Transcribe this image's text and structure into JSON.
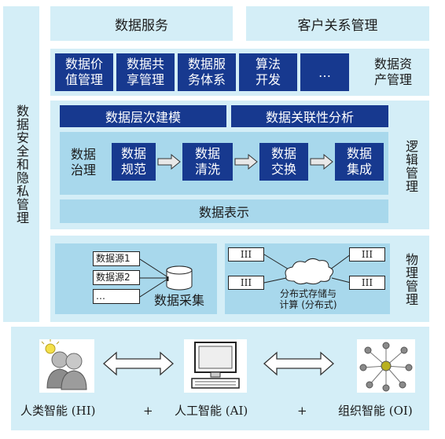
{
  "left_panel": {
    "label": "数据安全和隐私管理"
  },
  "top": {
    "data_services": "数据服务",
    "crm": "客户关系管理"
  },
  "assets": {
    "items": [
      "数据价\n值管理",
      "数据共\n享管理",
      "数据服\n务体系",
      "算法\n开发",
      "…"
    ],
    "label": "数据资\n产管理"
  },
  "logical": {
    "label": "逻辑管理",
    "modeling": "数据层次建模",
    "correlation": "数据关联性分析",
    "governance": "数据\n治理",
    "steps": [
      "数据\n规范",
      "数据\n清洗",
      "数据\n交换",
      "数据\n集成"
    ],
    "representation": "数据表示"
  },
  "physical": {
    "label": "物理管理",
    "sources": [
      "数据源1",
      "数据源2",
      "…"
    ],
    "collection": "数据采集",
    "server_label": "III",
    "storage": "分布式存储与\n计算 (分布式)"
  },
  "bottom": {
    "hi": "人类智能 (HI)",
    "plus1": "+",
    "ai": "人工智能 (AI)",
    "plus2": "+",
    "oi": "组织智能 (OI)"
  },
  "colors": {
    "light": "#d4eef7",
    "mid": "#a8d8ec",
    "dark": "#17398f"
  }
}
